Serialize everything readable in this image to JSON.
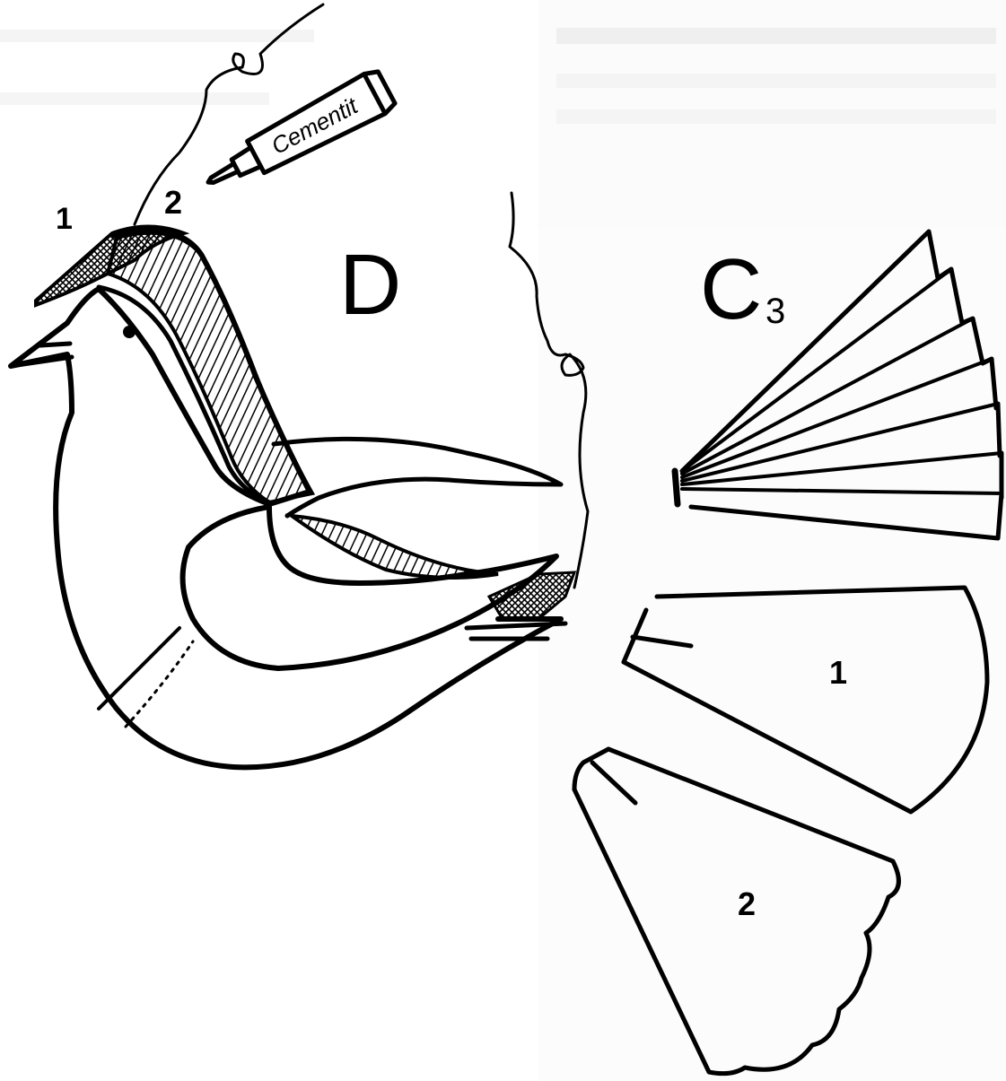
{
  "labels": {
    "part_1_top": "1",
    "part_2_top": "2",
    "section_d": "D",
    "section_c3": "C",
    "section_c3_sub": "3",
    "glue_tube_text": "Cementit",
    "wing_piece_1": "1",
    "wing_piece_2": "2"
  },
  "colors": {
    "ink": "#000000",
    "paper": "#ffffff"
  }
}
